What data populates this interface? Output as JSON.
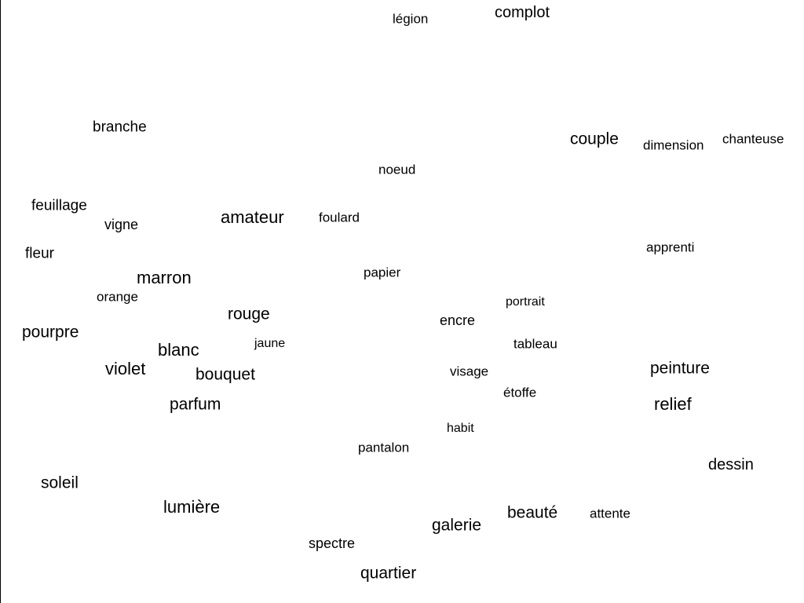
{
  "words": [
    {
      "text": "légion",
      "size": 17
    },
    {
      "text": "complot",
      "size": 20
    },
    {
      "text": "branche",
      "size": 19
    },
    {
      "text": "couple",
      "size": 21
    },
    {
      "text": "dimension",
      "size": 17
    },
    {
      "text": "chanteuse",
      "size": 17
    },
    {
      "text": "noeud",
      "size": 17
    },
    {
      "text": "feuillage",
      "size": 19
    },
    {
      "text": "vigne",
      "size": 18
    },
    {
      "text": "amateur",
      "size": 22
    },
    {
      "text": "foulard",
      "size": 17
    },
    {
      "text": "fleur",
      "size": 19
    },
    {
      "text": "apprenti",
      "size": 17
    },
    {
      "text": "marron",
      "size": 22
    },
    {
      "text": "papier",
      "size": 17
    },
    {
      "text": "orange",
      "size": 17
    },
    {
      "text": "portrait",
      "size": 16
    },
    {
      "text": "rouge",
      "size": 21
    },
    {
      "text": "encre",
      "size": 18
    },
    {
      "text": "pourpre",
      "size": 21
    },
    {
      "text": "jaune",
      "size": 16
    },
    {
      "text": "tableau",
      "size": 17
    },
    {
      "text": "blanc",
      "size": 22
    },
    {
      "text": "peinture",
      "size": 21
    },
    {
      "text": "violet",
      "size": 22
    },
    {
      "text": "bouquet",
      "size": 21
    },
    {
      "text": "visage",
      "size": 17
    },
    {
      "text": "étoffe",
      "size": 17
    },
    {
      "text": "parfum",
      "size": 21
    },
    {
      "text": "relief",
      "size": 22
    },
    {
      "text": "habit",
      "size": 16
    },
    {
      "text": "pantalon",
      "size": 17
    },
    {
      "text": "dessin",
      "size": 20
    },
    {
      "text": "soleil",
      "size": 21
    },
    {
      "text": "lumière",
      "size": 22
    },
    {
      "text": "beauté",
      "size": 21
    },
    {
      "text": "attente",
      "size": 17
    },
    {
      "text": "galerie",
      "size": 21
    },
    {
      "text": "spectre",
      "size": 18
    },
    {
      "text": "quartier",
      "size": 21
    }
  ]
}
